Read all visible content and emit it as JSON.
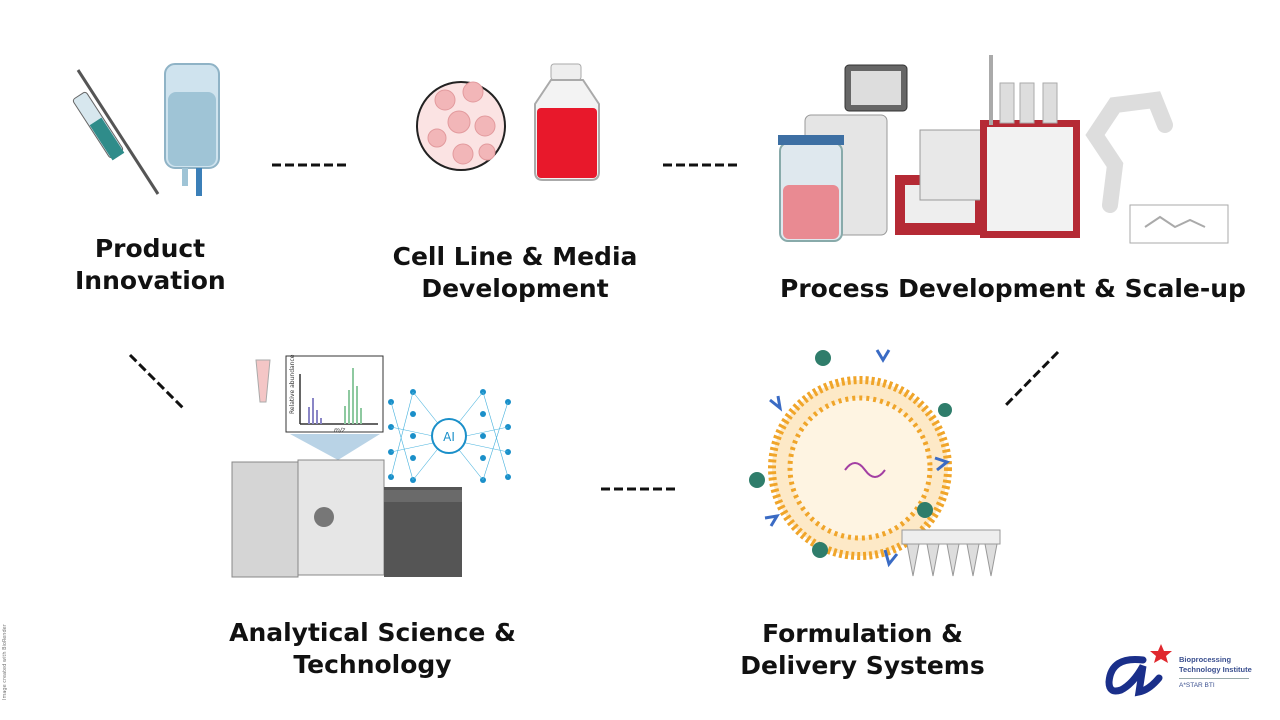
{
  "stages": [
    {
      "title_line1": "Product",
      "title_line2": "Innovation"
    },
    {
      "title_line1": "Cell Line & Media",
      "title_line2": "Development"
    },
    {
      "title_line1": "Process Development & Scale-up",
      "title_line2": ""
    },
    {
      "title_line1": "Analytical Science &",
      "title_line2": "Technology"
    },
    {
      "title_line1": "Formulation &",
      "title_line2": "Delivery Systems"
    }
  ],
  "ms_plot": {
    "ylabel": "Relative abundance",
    "xlabel": "m/z"
  },
  "ai_label": "AI",
  "credit": "Image created with BioRender",
  "logo": {
    "line1": "Bioprocessing",
    "line2": "Technology Institute",
    "line3": "A*STAR BTI"
  },
  "colors": {
    "connector": "#111111",
    "text": "#111111",
    "logo_blue": "#1a2f8a",
    "logo_red": "#e0282e",
    "network": "#1a8fc9"
  }
}
